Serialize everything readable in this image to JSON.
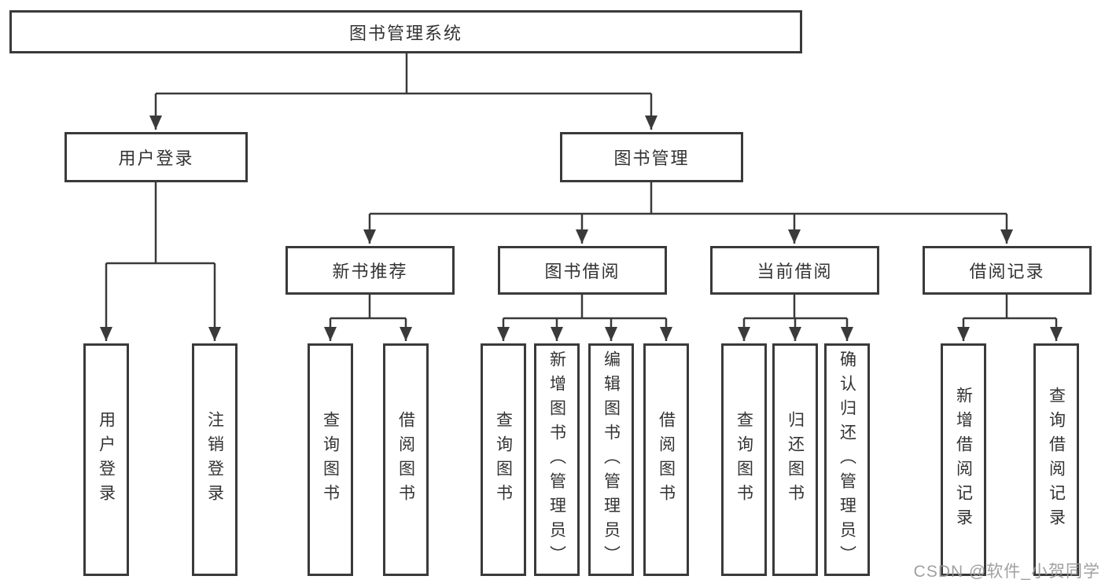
{
  "root": {
    "label": "图书管理系统"
  },
  "branches": [
    {
      "label": "用户登录",
      "children": [
        {
          "label": "用户登录"
        },
        {
          "label": "注销登录"
        }
      ]
    },
    {
      "label": "图书管理",
      "children": [
        {
          "label": "新书推荐",
          "children": [
            {
              "label": "查询图书"
            },
            {
              "label": "借阅图书"
            }
          ]
        },
        {
          "label": "图书借阅",
          "children": [
            {
              "label": "查询图书"
            },
            {
              "label": "新增图书（管理员）"
            },
            {
              "label": "编辑图书（管理员）"
            },
            {
              "label": "借阅图书"
            }
          ]
        },
        {
          "label": "当前借阅",
          "children": [
            {
              "label": "查询图书"
            },
            {
              "label": "归还图书"
            },
            {
              "label": "确认归还（管理员）"
            }
          ]
        },
        {
          "label": "借阅记录",
          "children": [
            {
              "label": "新增借阅记录"
            },
            {
              "label": "查询借阅记录"
            }
          ]
        }
      ]
    }
  ],
  "watermark": {
    "text": "CSDN @软件_小贺同学"
  },
  "colors": {
    "line": "#3a3a3a",
    "text": "#333333",
    "background": "#ffffff",
    "watermark": "#989898"
  }
}
